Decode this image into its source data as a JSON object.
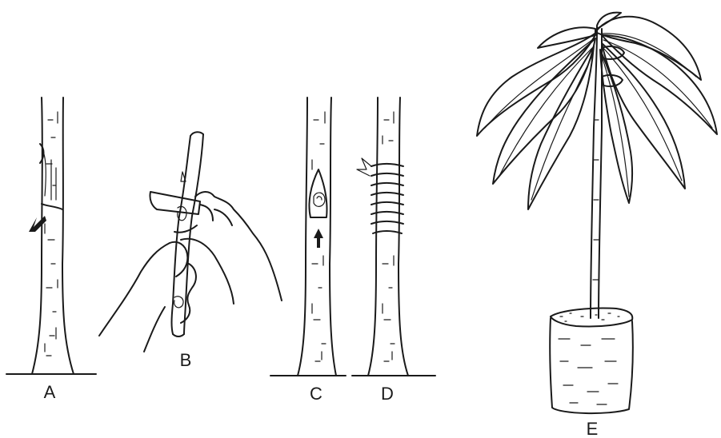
{
  "panels": [
    {
      "id": "A",
      "label": "A"
    },
    {
      "id": "B",
      "label": "B"
    },
    {
      "id": "C",
      "label": "C"
    },
    {
      "id": "D",
      "label": "D"
    },
    {
      "id": "E",
      "label": "E"
    }
  ],
  "colors": {
    "ink": "#1a1a1a",
    "background": "#ffffff"
  }
}
